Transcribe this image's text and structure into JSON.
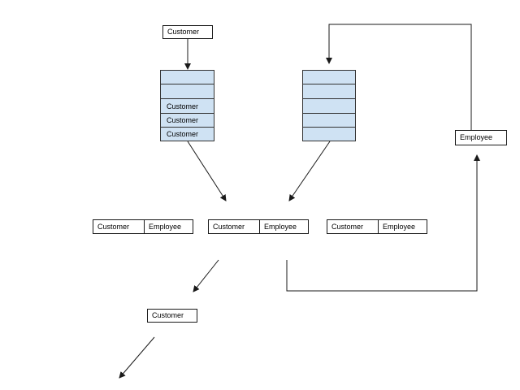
{
  "colors": {
    "queue_fill": "#cfe2f3",
    "line": "#1a1a1a"
  },
  "top_customer": "Customer",
  "employee_box": "Employee",
  "queue_left": {
    "slots": [
      "",
      "",
      "Customer",
      "Customer",
      "Customer"
    ]
  },
  "queue_right": {
    "slots": [
      "",
      "",
      "",
      "",
      ""
    ]
  },
  "pairs": [
    {
      "left": "Customer",
      "right": "Employee"
    },
    {
      "left": "Customer",
      "right": "Employee"
    },
    {
      "left": "Customer",
      "right": "Employee"
    }
  ],
  "exit_customer": "Customer"
}
